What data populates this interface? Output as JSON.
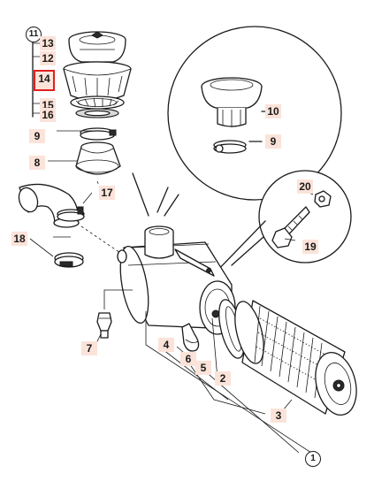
{
  "diagram": {
    "callouts": [
      {
        "id": "c11",
        "text": "11",
        "circled": true
      },
      {
        "id": "c13",
        "text": "13"
      },
      {
        "id": "c12",
        "text": "12"
      },
      {
        "id": "c14",
        "text": "14",
        "highlighted": true
      },
      {
        "id": "c15",
        "text": "15"
      },
      {
        "id": "c16",
        "text": "16"
      },
      {
        "id": "c9a",
        "text": "9"
      },
      {
        "id": "c8",
        "text": "8"
      },
      {
        "id": "c17",
        "text": "17"
      },
      {
        "id": "c18",
        "text": "18"
      },
      {
        "id": "c10",
        "text": "10"
      },
      {
        "id": "c9b",
        "text": "9"
      },
      {
        "id": "c20",
        "text": "20"
      },
      {
        "id": "c19",
        "text": "19"
      },
      {
        "id": "c7",
        "text": "7"
      },
      {
        "id": "c4",
        "text": "4"
      },
      {
        "id": "c6",
        "text": "6"
      },
      {
        "id": "c5",
        "text": "5"
      },
      {
        "id": "c2",
        "text": "2"
      },
      {
        "id": "c3",
        "text": "3"
      },
      {
        "id": "c1",
        "text": "1",
        "circled": true
      }
    ],
    "colors": {
      "label_background": "#fbe3d9",
      "highlight_border": "#e02020",
      "line": "#1a1a1a"
    }
  }
}
